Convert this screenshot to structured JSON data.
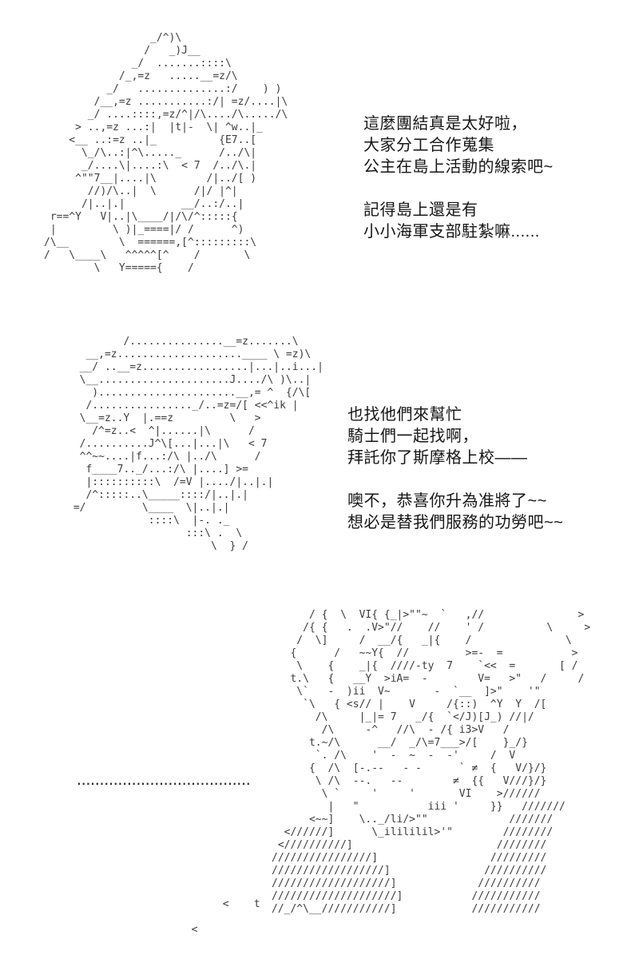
{
  "page": {
    "background_color": "#ffffff",
    "ink_color": "#3d3d3d",
    "text_color": "#161616",
    "description": "ASCII-art comic page with two character portraits, dialogue text in Traditional Chinese, and a large ASCII-art scene at the bottom"
  },
  "dialogues": [
    {
      "lines": [
        "這麼團結真是太好啦，",
        "大家分工合作蒐集",
        "公主在島上活動的線索吧~",
        "",
        "記得島上還是有",
        "小小海軍支部駐紮嘛......"
      ]
    },
    {
      "lines": [
        "也找他們來幫忙",
        "騎士們一起找啊，",
        "拜託你了斯摩格上校——",
        "",
        "噢不，恭喜你升為准將了~~",
        "想必是替我們服務的功勞吧~~"
      ]
    }
  ],
  "separator": {
    "dots": "......................................"
  },
  "panels": [
    {
      "name": "ascii-art-character-1",
      "art": [
        "                 _/^)\\",
        "                /   _)J__",
        "              _/  .......::::\\",
        "            /_,=z   .....__=z/\\",
        "          _/   ..............:/    ) )",
        "        /__,=z ...........:/| =z/....|\\",
        "       _/ ....::::,=z/^|/\\..../\\...../\\",
        "     > ..,=z ...:|  |t|-  \\| ^w..|_",
        "    <__ ..:=z ..|_          {E7..[",
        "      \\_/\\..:|^\\....._      /../\\|",
        "      _/....\\|....:\\  < 7  /../\\.|",
        "     ^\"\"7__|....|\\        /|../[ )",
        "       //)/\\..|  \\      /|/ |^|",
        "      /|..|.|         __/..:/..|",
        " r==^Y   V|..|\\____/|/\\/^:::::{",
        " |         \\ )|_====|/ /      ^)",
        "/\\__        \\  ======,[^:::::::::\\",
        "/   \\____\\   ^^^^^[^    /       \\",
        "        \\   Y====={    /"
      ]
    },
    {
      "name": "ascii-art-character-2",
      "art": [
        "         /...............__=z.......\\",
        "   __,=z....................____ \\ =z)\\",
        "  __/ ..__=z.................|...|..i...|",
        "  \\__.....................J..../\\ )\\..|",
        "    )......................__,= ^  {/\\[",
        "   /................_/..=z=/[ <<^ik |",
        "  \\__=z..Y  |.==z         \\   >",
        "    /^=z..<  ^|......|\\      /",
        "  /..........J^\\[...|...|\\   < 7",
        "  ^^~~....|f...:/\\ |../\\      /",
        "   f____7.._/...:/\\ |....] >=",
        "   |::::::::::\\  /=V |..../|..|.|",
        "   /^:::::..\\_____::::/|..|.|",
        " =/         \\____  \\|..|.|",
        "             ::::\\  |-. ._",
        "                   :::\\ .  \\",
        "                       \\  } /"
      ]
    },
    {
      "name": "ascii-art-scene-bottom",
      "art": [
        "      / {  \\  VI{ {_|>\"\"~  `   ,//               >",
        "     /{ {   .  .V>\"//    //    ' /          \\     >",
        "    /  \\]     /  __/{   _|{    /               \\",
        "   {      /   ~~Y{  //         >=-  =           >",
        "    \\    {    _|{  ////-ty  7    `<<  =       [ /",
        "   t.\\   {   __Y  >iA=  -        V=   >\"   /     /",
        "    \\`   -  )ii  V~       -  `__  ]>\"    '\"",
        "     `\\   { <s// |    V     /{::)  ^Y  Y  /[",
        "       /\\     |_|= 7   _/{  `</J)[J_) //|/",
        "        /\\     -^   //\\  - /{ i3>V   /",
        "      t.~/\\      __/  _/\\=7___>/[    }_/}",
        "       `. /\\    '  -  ~  -  -'     /  V",
        "      {  /\\  [-.--   - -      ` ≠  {   V/}/}",
        "       \\ /\\  --.   --        ≠  {{   V///}/}",
        "        \\ `     '     '       VI    >//////",
        "         |   \"           iii '     }}   ///////",
        "      <~~]    \\.._/li/>\"\"             ///////",
        "  <//////]      \\_ilililil>'\"        ////////",
        " <//////////]                       ////////",
        "////////////////]                  /////////",
        "//////////////////]               //////////",
        "///////////////////]             //////////",
        "////////////////////]           ///////////",
        "//_/^\\__///////////]            ///////////"
      ]
    },
    {
      "name": "ascii-art-stray-marks",
      "art": [
        "       <    t",
        "",
        "  <"
      ]
    }
  ]
}
